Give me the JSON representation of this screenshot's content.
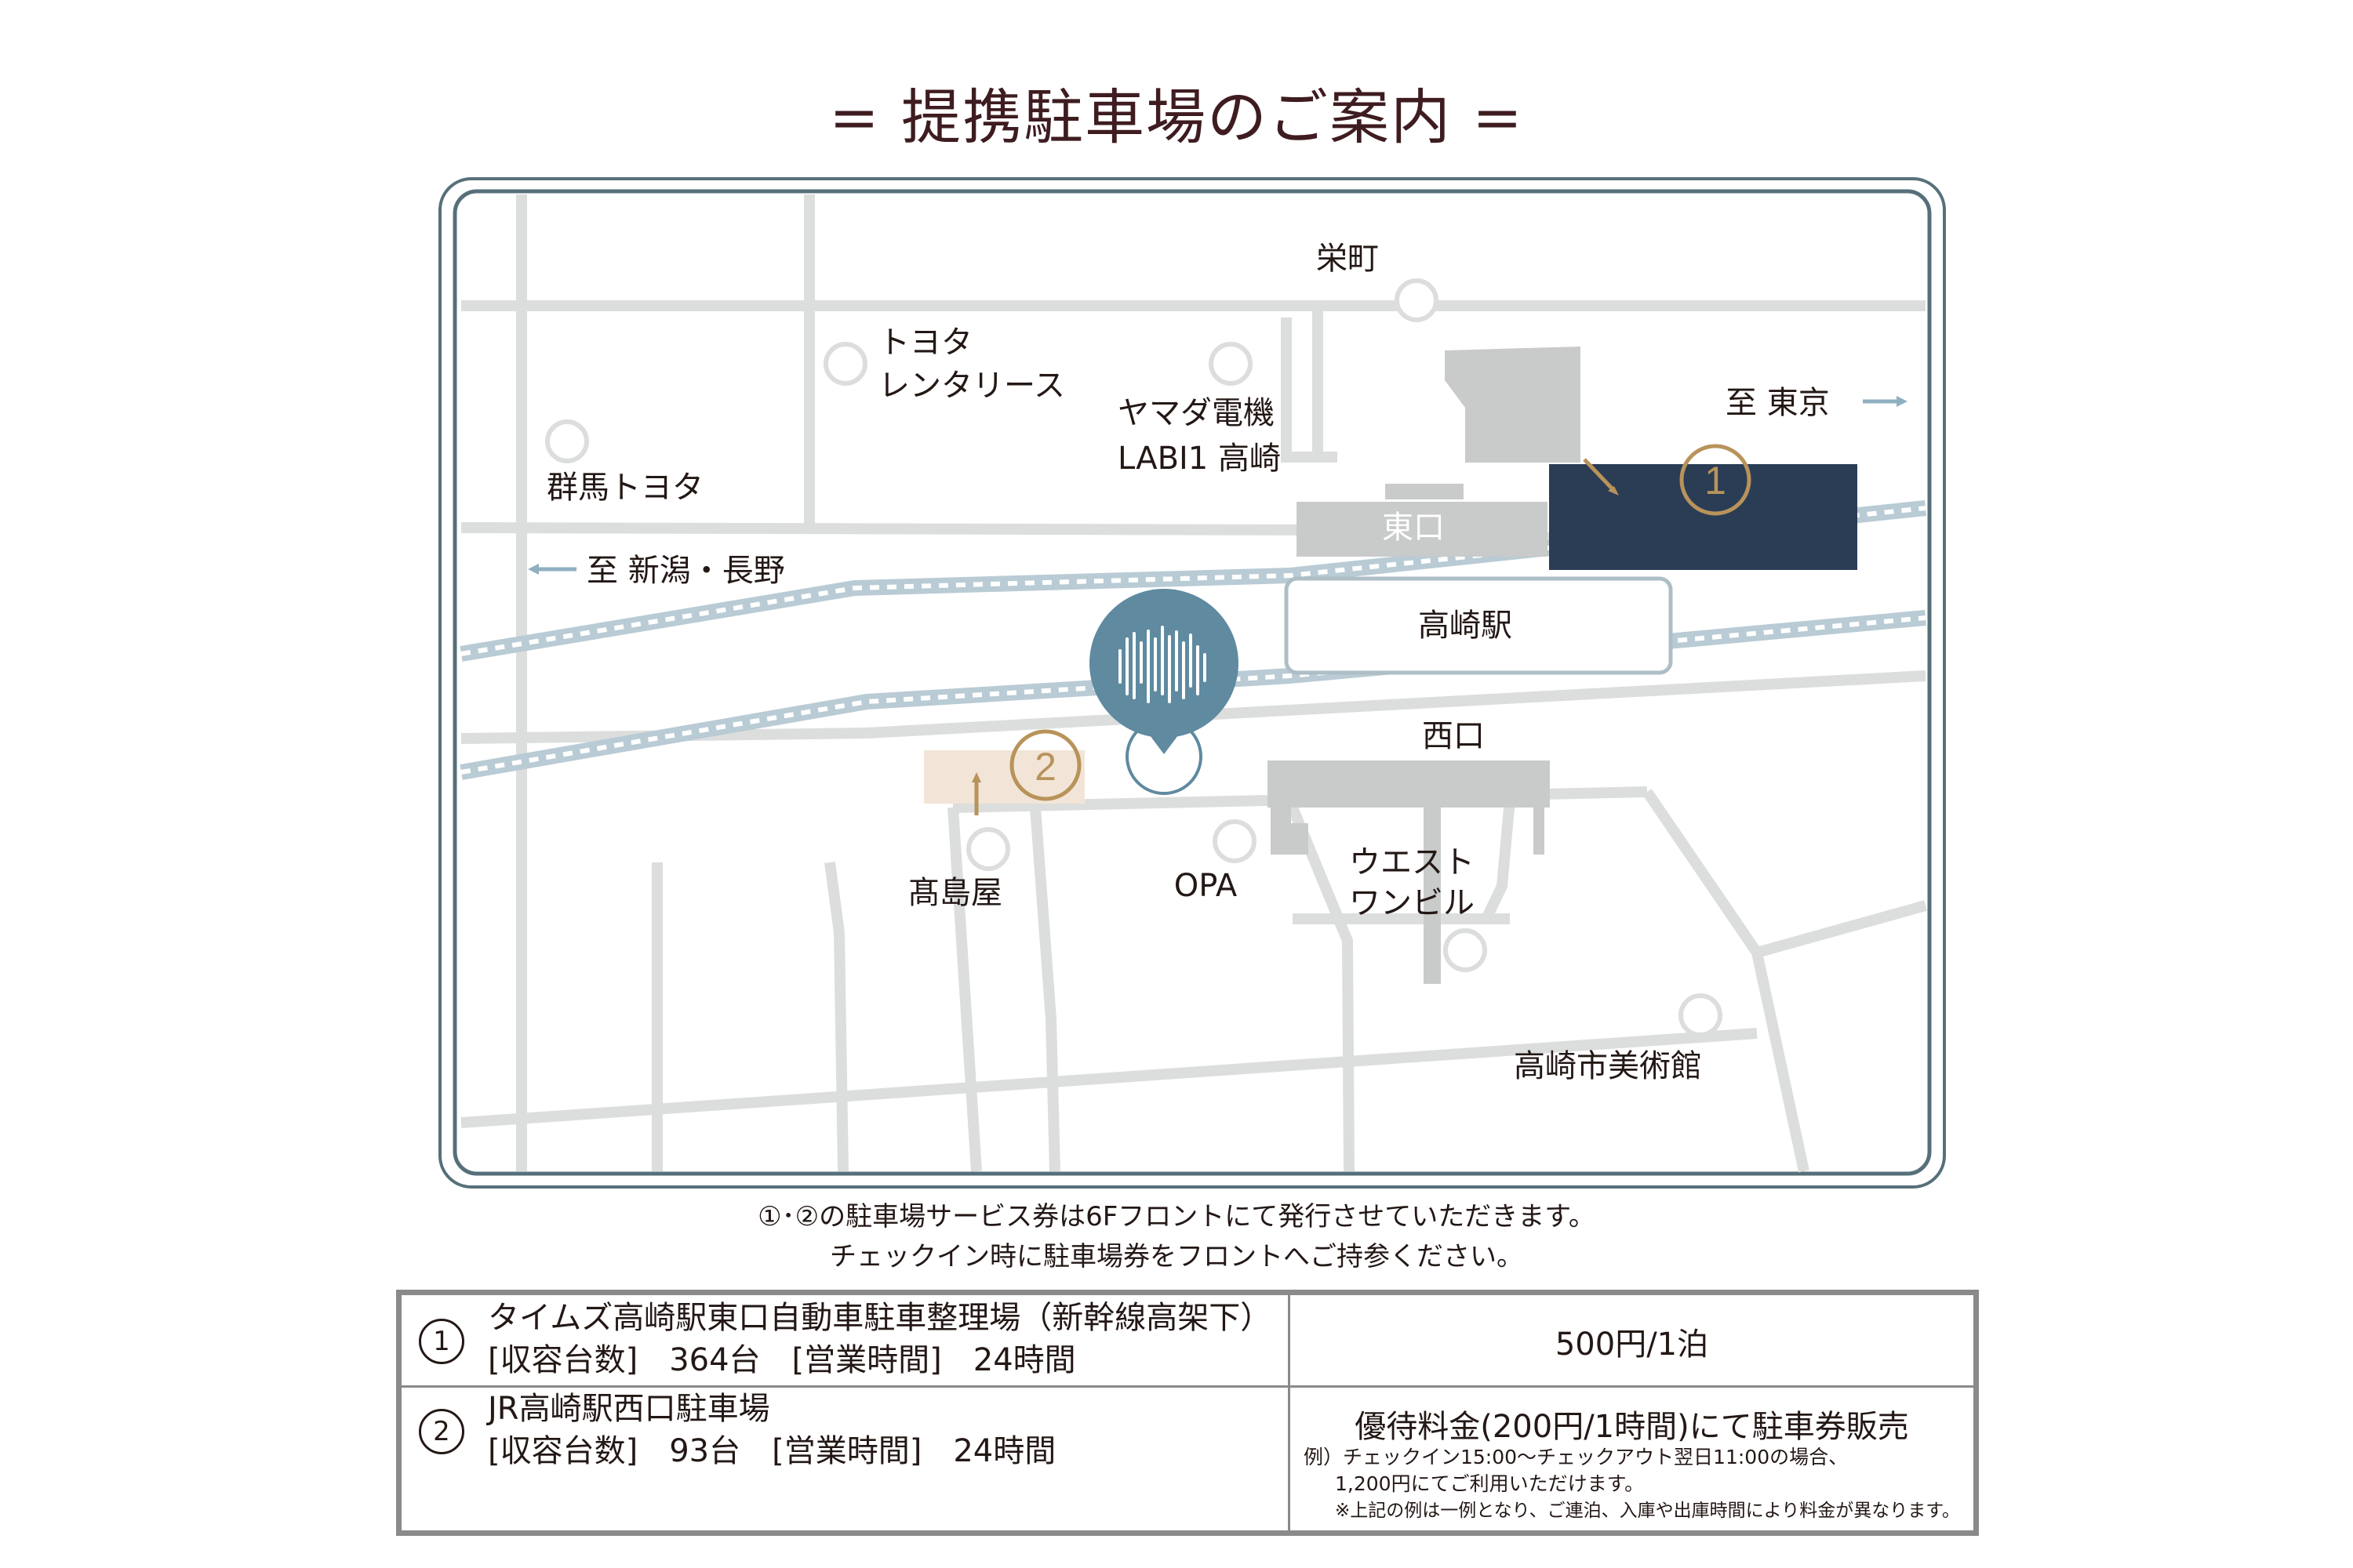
{
  "title": "= 提携駐車場のご案内 =",
  "map": {
    "labels": {
      "sakaecho": "栄町",
      "toyota_rent_1": "トヨタ",
      "toyota_rent_2": "レンタリース",
      "yamada_1": "ヤマダ電機",
      "yamada_2": "LABI1 高崎",
      "gunma_toyota": "群馬トヨタ",
      "to_tokyo": "至 東京",
      "to_niigata": "至 新潟・長野",
      "east_exit": "東口",
      "station": "高崎駅",
      "west_exit": "西口",
      "takashimaya": "髙島屋",
      "opa": "OPA",
      "west_one_1": "ウエスト",
      "west_one_2": "ワンビル",
      "museum": "高崎市美術館",
      "parking1_marker": "1",
      "parking2_marker": "2"
    },
    "colors": {
      "road": "#dcdddd",
      "frame": "#56707a",
      "parking1": "#2b3d55",
      "parking2": "#f2e5d7",
      "marker_gold": "#b8935a",
      "pin": "#5f8aa0",
      "rail": "#b9cbd4"
    }
  },
  "notes": {
    "line1": "①･②の駐車場サービス券は6Fフロントにて発行させていただきます。",
    "line2": "チェックイン時に駐車場券をフロントへご持参ください。"
  },
  "table": {
    "row1": {
      "num": "1",
      "name": "タイムズ高崎駅東口自動車駐車整理場（新幹線高架下）",
      "info": "[収容台数]　364台　[営業時間]　24時間",
      "price": "500円/1泊"
    },
    "row2": {
      "num": "2",
      "name": "JR高崎駅西口駐車場",
      "info": "[収容台数]　93台　[営業時間]　24時間",
      "price": "優待料金(200円/1時間)にて駐車券販売",
      "example1": "例）チェックイン15:00〜チェックアウト翌日11:00の場合、",
      "example2": "1,200円にてご利用いただけます。",
      "example3": "※上記の例は一例となり、ご連泊、入庫や出庫時間により料金が異なります。"
    }
  }
}
